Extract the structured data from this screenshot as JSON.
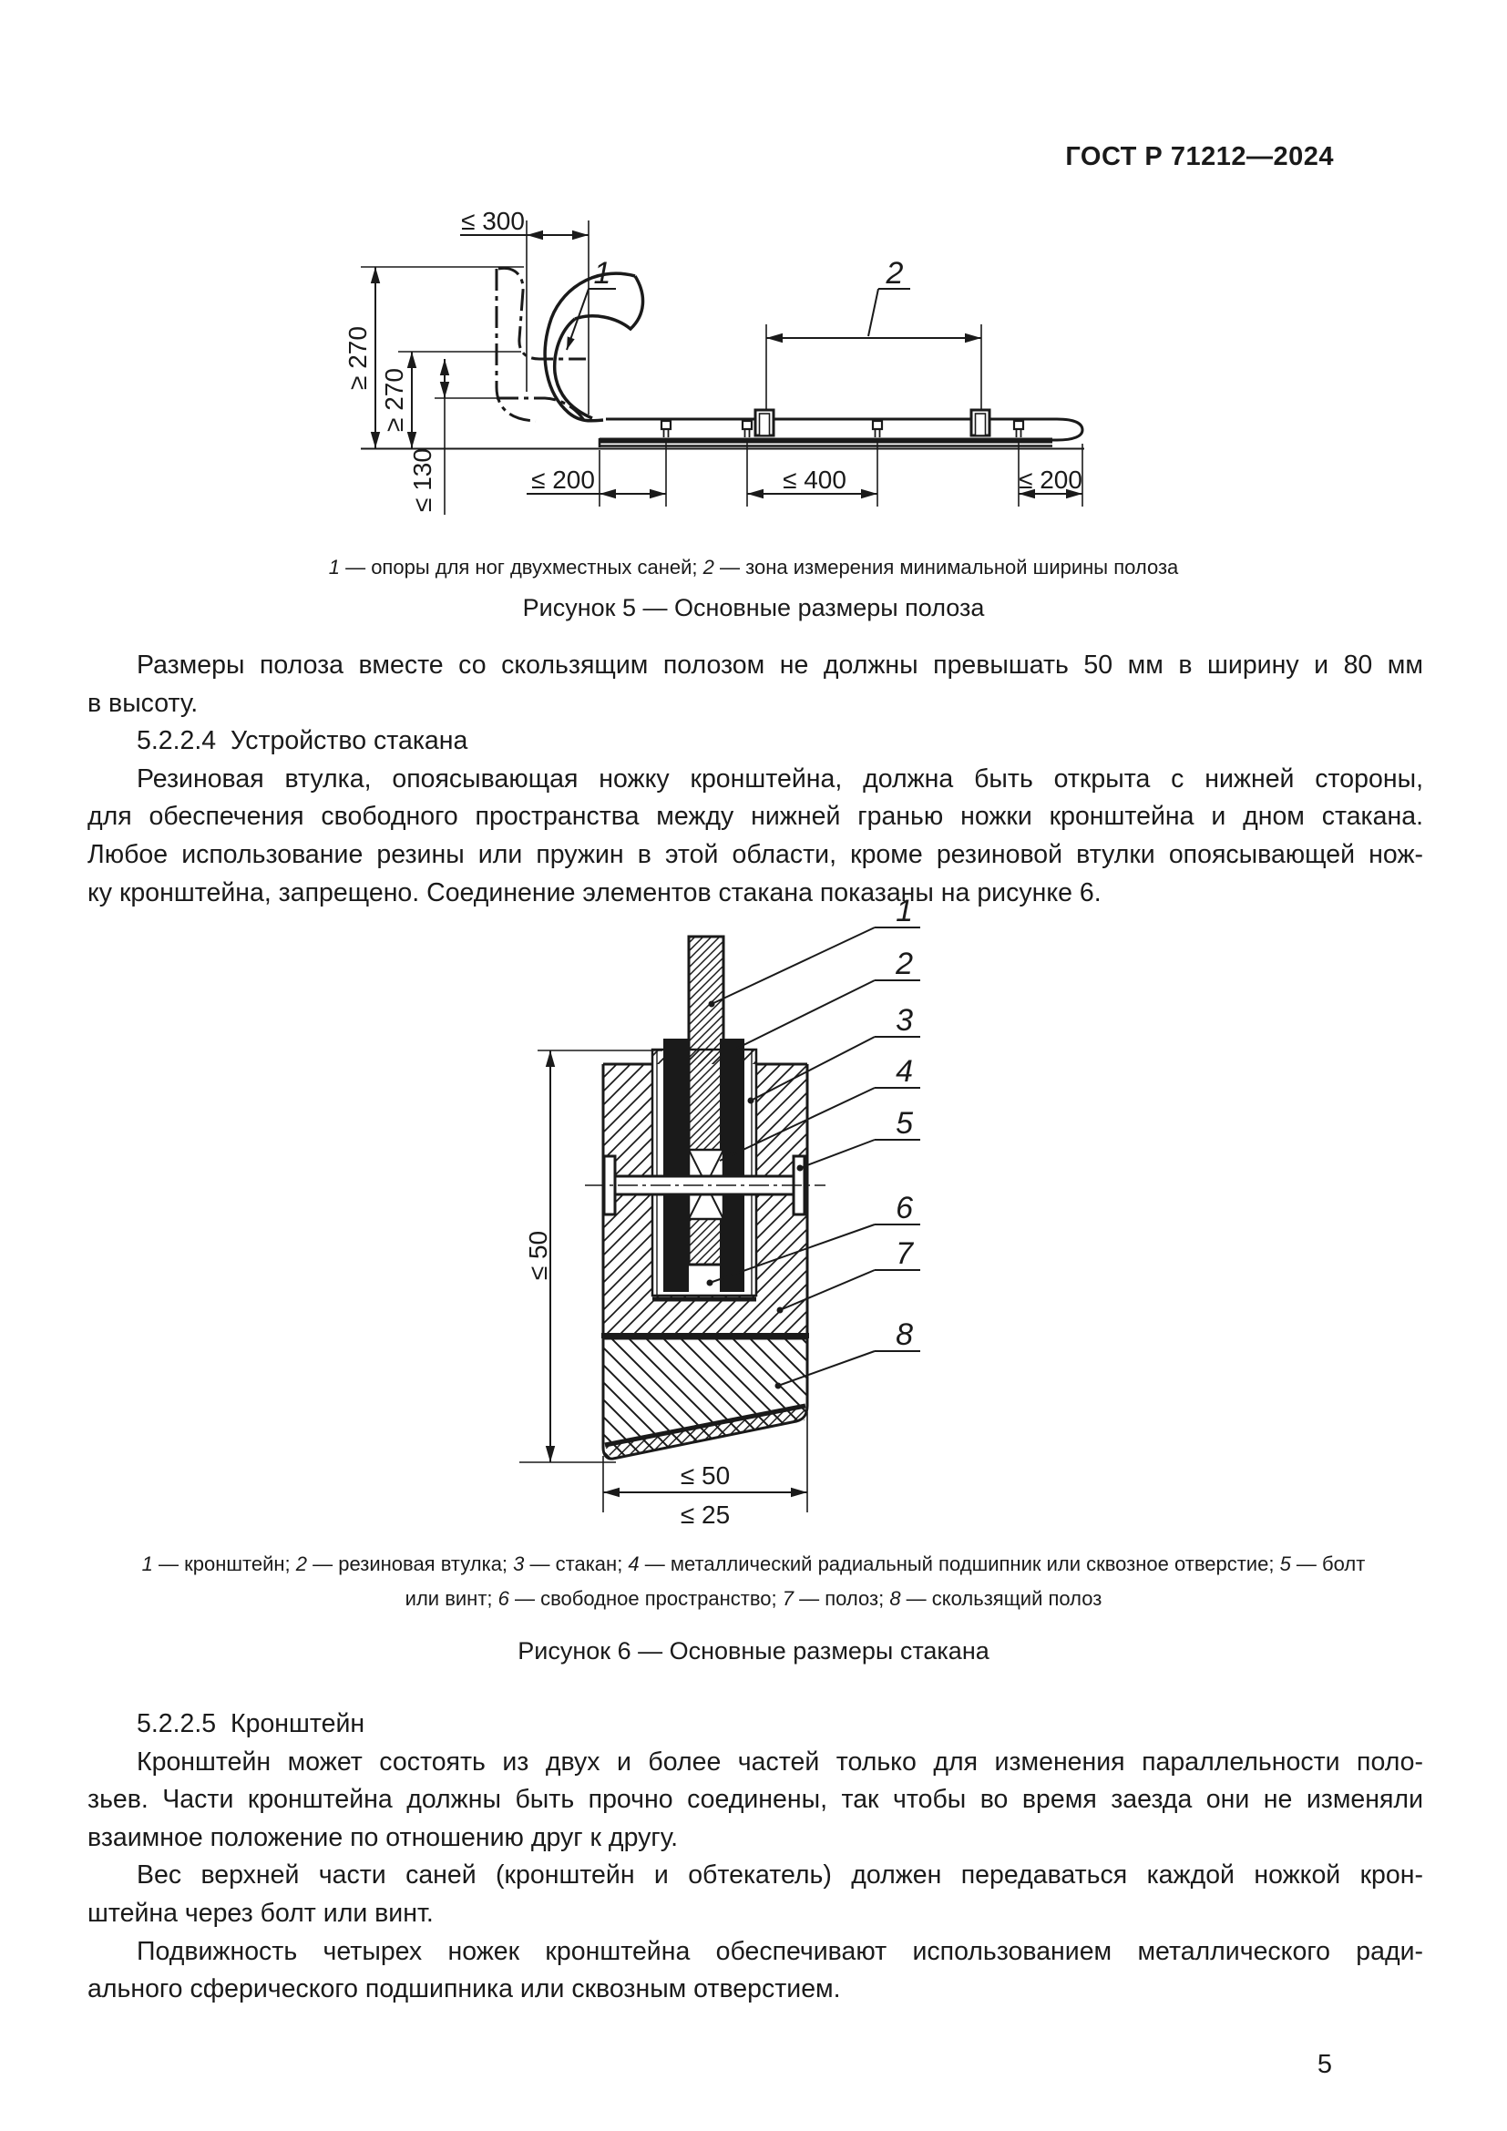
{
  "page": {
    "header": "ГОСТ Р 71212—2024",
    "number": "5"
  },
  "figure5": {
    "dims": {
      "w300": "≤ 300",
      "h270a": "≥ 270",
      "h270b": "≥ 270",
      "h130": "≤ 130",
      "w200l": "≤ 200",
      "w400": "≤ 400",
      "w200r": "≤ 200"
    },
    "marks": {
      "m1": "1",
      "m2": "2"
    },
    "legend": {
      "n1": "1",
      "t1": " — опоры для ног двухместных саней; ",
      "n2": "2",
      "t2": " — зона измерения минимальной ширины полоза"
    },
    "caption": "Рисунок 5 — Основные размеры полоза"
  },
  "figure6": {
    "dims": {
      "h50": "≤ 50",
      "w50": "≤ 50",
      "w25": "≤ 25"
    },
    "marks": {
      "m1": "1",
      "m2": "2",
      "m3": "3",
      "m4": "4",
      "m5": "5",
      "m6": "6",
      "m7": "7",
      "m8": "8"
    },
    "legend_line1": {
      "n1": "1",
      "t1": " — кронштейн; ",
      "n2": "2",
      "t2": " — резиновая втулка; ",
      "n3": "3",
      "t3": " — стакан; ",
      "n4": "4",
      "t4": " — металлический радиальный подшипник или сквозное отверстие; ",
      "n5": "5",
      "t5": " — болт"
    },
    "legend_line2": {
      "t0": "или винт; ",
      "n6": "6",
      "t6": " — свободное пространство; ",
      "n7": "7",
      "t7": " — полоз; ",
      "n8": "8",
      "t8": " — скользящий полоз"
    },
    "caption": "Рисунок 6 — Основные размеры стакана"
  },
  "text": {
    "p1": [
      "Размеры полоза вместе со скользящим полозом не должны превышать 50 мм в ширину и 80 мм",
      "в высоту."
    ],
    "h1": "5.2.2.4  Устройство стакана",
    "p2": [
      "Резиновая втулка, опоясывающая ножку кронштейна, должна быть открыта с нижней стороны,",
      "для обеспечения свободного пространства между нижней гранью ножки кронштейна и дном стакана.",
      "Любое использование резины или пружин в этой области, кроме резиновой втулки опоясывающей нож-",
      "ку кронштейна, запрещено. Соединение элементов стакана показаны на рисунке 6."
    ],
    "h2": "5.2.2.5  Кронштейн",
    "p3": [
      "Кронштейн может состоять из двух и более частей только для изменения параллельности поло-",
      "зьев. Части кронштейна должны быть прочно соединены, так чтобы во время заезда они не изменяли",
      "взаимное положение по отношению друг к другу."
    ],
    "p4": [
      "Вес верхней части саней (кронштейн и обтекатель) должен передаваться каждой ножкой крон-",
      "штейна через болт или винт."
    ],
    "p5": [
      "Подвижность четырех ножек кронштейна обеспечивают использованием металлического ради-",
      "ального сферического подшипника или сквозным отверстием."
    ]
  }
}
